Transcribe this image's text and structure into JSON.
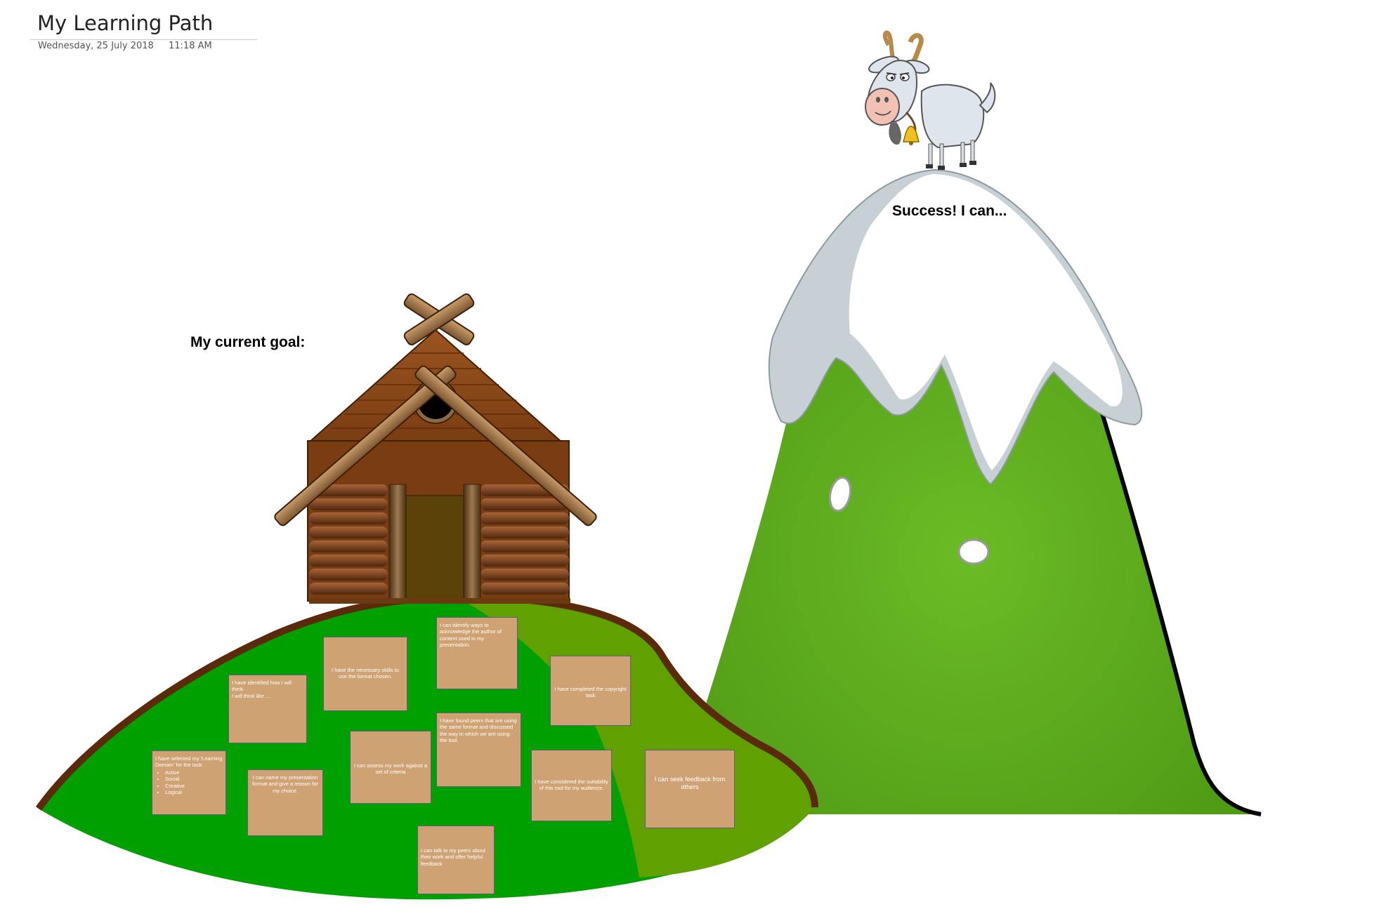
{
  "page": {
    "title": "My Learning Path",
    "date": "Wednesday, 25 July 2018",
    "time": "11:18 AM"
  },
  "headings": {
    "goal": "My current goal:",
    "success": "Success! I can..."
  },
  "cards": {
    "domain": {
      "text": "I have selected my 'Learning Domain' for the task",
      "bullets": [
        "Active",
        "Social",
        "Creative",
        "Logical"
      ]
    },
    "think": {
      "text": "I have identified how I will think.",
      "text2": "I will think like ..."
    },
    "name_format": {
      "text": "I can name my presentation format and give a reason for my choice."
    },
    "skills": {
      "text": "I have the necessary skills to use the format chosen."
    },
    "assess": {
      "text": "I can assess my work against a set of criteria"
    },
    "acknowledge": {
      "text": "I can identify ways to acknowledge the author of content used in my presentation."
    },
    "peers_format": {
      "text": "I have found peers that are using the same format and discussed the way in which we are using the tool."
    },
    "talk": {
      "text": "I can talk to my peers about their work and offer helpful feedback"
    },
    "copyright": {
      "text": "I have completed the copyright task"
    },
    "suitability": {
      "text": "I have considered the suitability of this tool for my audience."
    },
    "feedback": {
      "text": "I can seek feedback from others"
    }
  },
  "colors": {
    "grass_dark": "#00a000",
    "grass_light": "#60a000",
    "dirt": "#5a2a0a",
    "mountain_green": "#5ca81e",
    "snow": "#ffffff",
    "snow_shadow": "#c7d0d5",
    "wood": "#8a4b1b",
    "card": "#cfa274",
    "card_border": "#5f5f7a"
  },
  "icons": {
    "house": "log-cabin-icon",
    "mountain": "snowy-mountain-icon",
    "goat": "goat-icon",
    "bell": "bell-icon"
  }
}
